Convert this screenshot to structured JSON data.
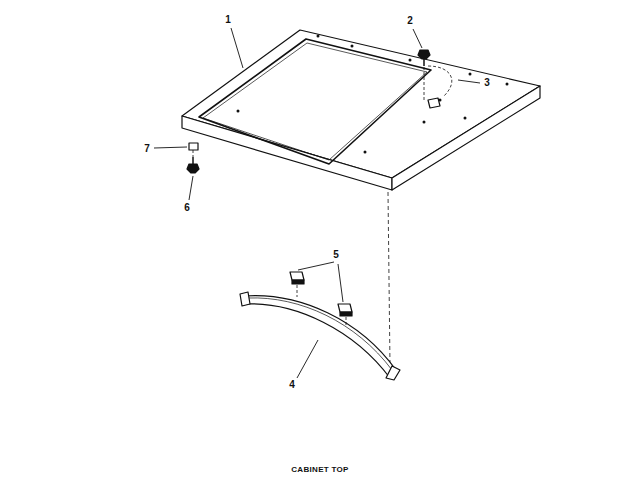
{
  "diagram": {
    "caption": "CABINET TOP",
    "labels": [
      "1",
      "2",
      "3",
      "4",
      "5",
      "6",
      "7"
    ]
  }
}
